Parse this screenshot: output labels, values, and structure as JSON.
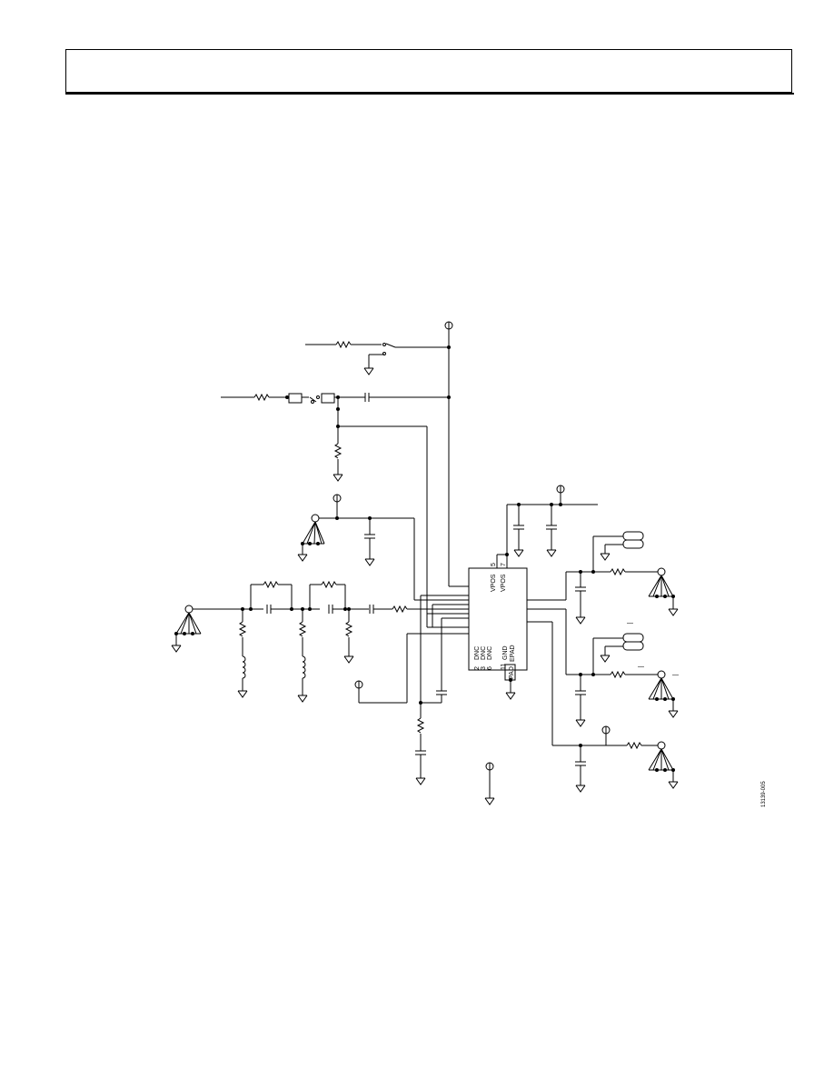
{
  "header": {
    "title": ""
  },
  "schematic": {
    "ic": {
      "top_pins": [
        {
          "label": "VPOS",
          "number": "5"
        },
        {
          "label": "VPOS",
          "number": "7"
        }
      ],
      "bottom_pins": [
        {
          "label": "DNC",
          "number": "2"
        },
        {
          "label": "DNC",
          "number": "3"
        },
        {
          "label": "DNC",
          "number": "6"
        },
        {
          "label": "GND",
          "number": "11"
        },
        {
          "label": "EPAD",
          "number": ""
        }
      ],
      "pad_label": "PAD"
    },
    "output_marks": [
      "—",
      "—",
      "—"
    ],
    "figure_id": "13139-005"
  },
  "colors": {
    "ink": "#000000",
    "background": "#ffffff"
  }
}
